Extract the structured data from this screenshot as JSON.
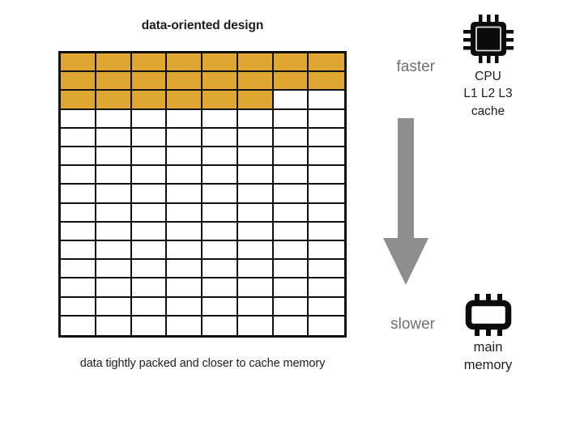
{
  "diagram": {
    "title": "data-oriented design",
    "caption": "data tightly packed and closer to cache memory"
  },
  "grid": {
    "columns": 8,
    "rows": 15,
    "filled_cells_per_row": [
      8,
      8,
      6,
      0,
      0,
      0,
      0,
      0,
      0,
      0,
      0,
      0,
      0,
      0,
      0
    ],
    "fill_color": "#dfa631",
    "empty_color": "#ffffff",
    "line_color": "#111111"
  },
  "speed_axis": {
    "top_label": "faster",
    "bottom_label": "slower",
    "arrow_direction": "down",
    "arrow_color": "#8e8e8e",
    "label_color": "#6f6f6f"
  },
  "cpu": {
    "icon": "cpu-chip-icon",
    "lines": [
      "CPU",
      "L1 L2 L3",
      "cache"
    ]
  },
  "memory": {
    "icon": "ram-chip-icon",
    "lines": [
      "main",
      "memory"
    ]
  }
}
